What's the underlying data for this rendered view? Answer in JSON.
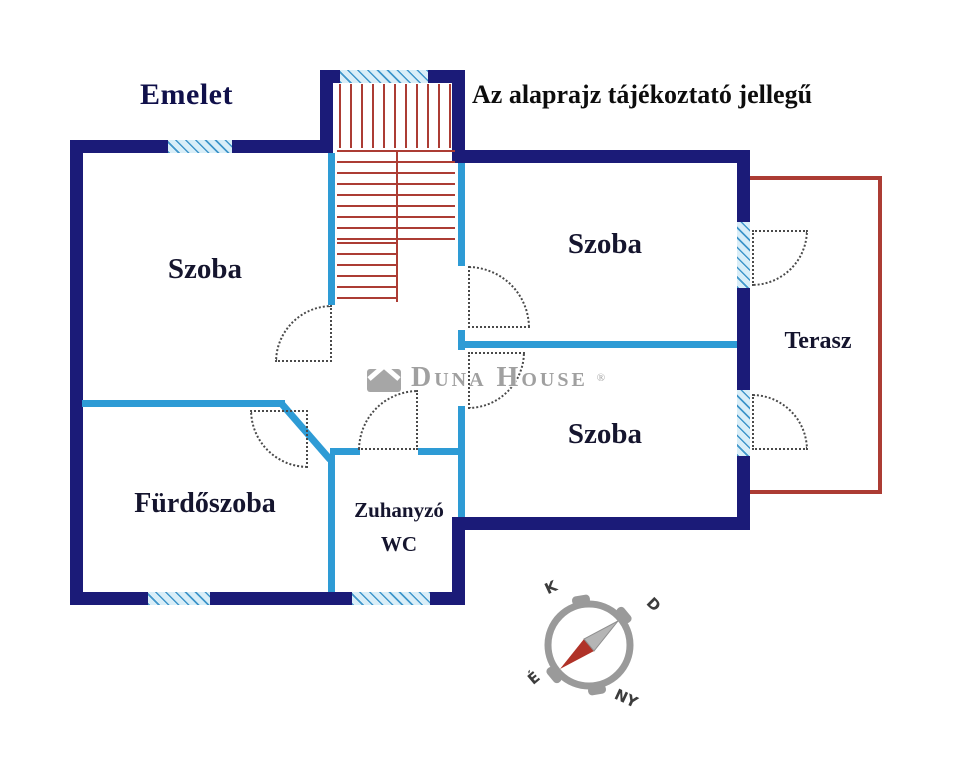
{
  "header": {
    "title": "Emelet",
    "disclaimer": "Az alaprajz tájékoztató jellegű"
  },
  "rooms": {
    "szoba_left": "Szoba",
    "szoba_top_right": "Szoba",
    "szoba_bottom_right": "Szoba",
    "terasz": "Terasz",
    "furdoszoba": "Fürdőszoba",
    "zuhanyzo": "Zuhanyzó",
    "wc": "WC"
  },
  "watermark": {
    "brand": "Duna House",
    "registered": "®"
  },
  "compass": {
    "north": "É",
    "east": "K",
    "south": "D",
    "west": "NY"
  },
  "colors": {
    "navy": "#1b1b78",
    "blue": "#2e9bd5",
    "red": "#ac3c34",
    "text": "#15152e",
    "gray": "#a0a0a0"
  }
}
